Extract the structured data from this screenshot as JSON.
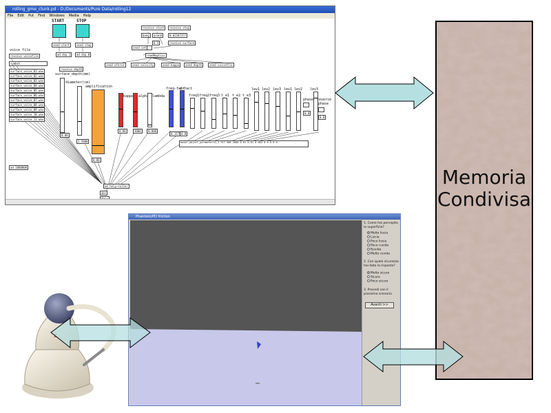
{
  "pd_window": {
    "title": "rolling_gme_clunk.pd - D:/Documents/Pure Data/rolling12",
    "menu": [
      "File",
      "Edit",
      "Put",
      "Find",
      "Windows",
      "Media",
      "Help"
    ],
    "start_label": "START",
    "stop_label": "STOP",
    "objects": {
      "send_start": "send start",
      "send_stop": "send stop",
      "ad_start": "ad dsp 1",
      "ad_stop": "ad dsp 0",
      "receive_start": "receive start",
      "receive_stop": "receive stop",
      "bang": "bang",
      "qrand": "qrand",
      "const": "0.02187377",
      "val": "0.5",
      "receive_surface": "receive surface",
      "send_set": "send set",
      "readhaptics": "readHaptics",
      "send_xforce": "send xforce",
      "send_velocity": "send velocity",
      "send_kappa": "send kappa",
      "send_depth": "send depth",
      "send_voicefile": "send voicefile",
      "voice_file": "voice file",
      "receive_voicefile": "receive voicefile",
      "symbol": "symbol",
      "receive_depth": "receive depth",
      "surface_files": [
        "surface_voice_01.wav",
        "surface_voice_02.wav",
        "surface_voice_03.wav",
        "surface_voice_04.wav",
        "surface_voice_05.wav",
        "surface_voice_06.wav",
        "surface_voice_07.wav",
        "surface_voice_08.wav",
        "surface_voice_09.wav",
        "surface_voice_10.wav",
        "surface_voice_11.wav"
      ],
      "surface_depth": "surface_depth(mm)",
      "diameter": "diameter(cm)",
      "amplification": "amplification",
      "kappa": "kappa",
      "alpha": "alpha",
      "lambda": "lambda",
      "freq_fact": "freq-fact",
      "d_fact": "d-fact",
      "freq1": "freq1",
      "freq2": "freq2",
      "freq3": "freq3",
      "t_e1": "t_e1",
      "t_e2": "t_e2",
      "t_e3": "t_e3",
      "lev_labels": [
        "lev1",
        "lev2",
        "lev3",
        "lev1",
        "lev2",
        "lev3"
      ],
      "phase": "phase",
      "reverse": "reverse",
      "phase_b": "phase",
      "model_obj": "model_object_parameters3_3 317 588 2000 0.01 0.01 0.003 0 0 0 0 0",
      "roller": "ad holy~roller",
      "dac": "dac~",
      "abs": "abs",
      "lowpass": "ad 1000000",
      "val_sd": "0.00",
      "val_b": "2.5000",
      "val_c": "0.00",
      "val_d": "0.00",
      "val_e": "1000",
      "val_f": "0.1170",
      "val_g": "0.000",
      "val_h": "0.0",
      "val_i": "0.0",
      "val_j": "0.0"
    }
  },
  "phantom_window": {
    "title": "Phantom/PD friction",
    "questions": [
      {
        "label": "1. Come hai percepito la superficie?",
        "options": [
          "Molto liscia",
          "Liscia",
          "Poco liscia",
          "Poco ruvida",
          "Ruvida",
          "Molto ruvida"
        ],
        "selected": 0
      },
      {
        "label": "2. Con quale sicurezza hai dato la risposta?",
        "options": [
          "Molto sicuro",
          "Sicuro",
          "Poco sicuro"
        ],
        "selected": 0
      },
      {
        "label": "3. Procedi con il prossimo scenario",
        "options": [],
        "selected": -1
      }
    ],
    "next_button": "Avanti >>"
  },
  "memory": {
    "line1": "Memoria",
    "line2": "Condivisa"
  },
  "colors": {
    "bang_cyan": "#3cd6d0",
    "slider_orange": "#f5a23a",
    "slider_red": "#e02a2a",
    "slider_blue": "#3a4fe0",
    "arrow_fill": "#b5dfe0",
    "arrow_stroke": "#000000",
    "scene_back": "#555555",
    "scene_floor": "#c8c8ea",
    "cursor": "#3040d0"
  },
  "icons": [
    "phantom-device-icon",
    "bidirectional-arrow",
    "cursor-triangle-icon"
  ]
}
